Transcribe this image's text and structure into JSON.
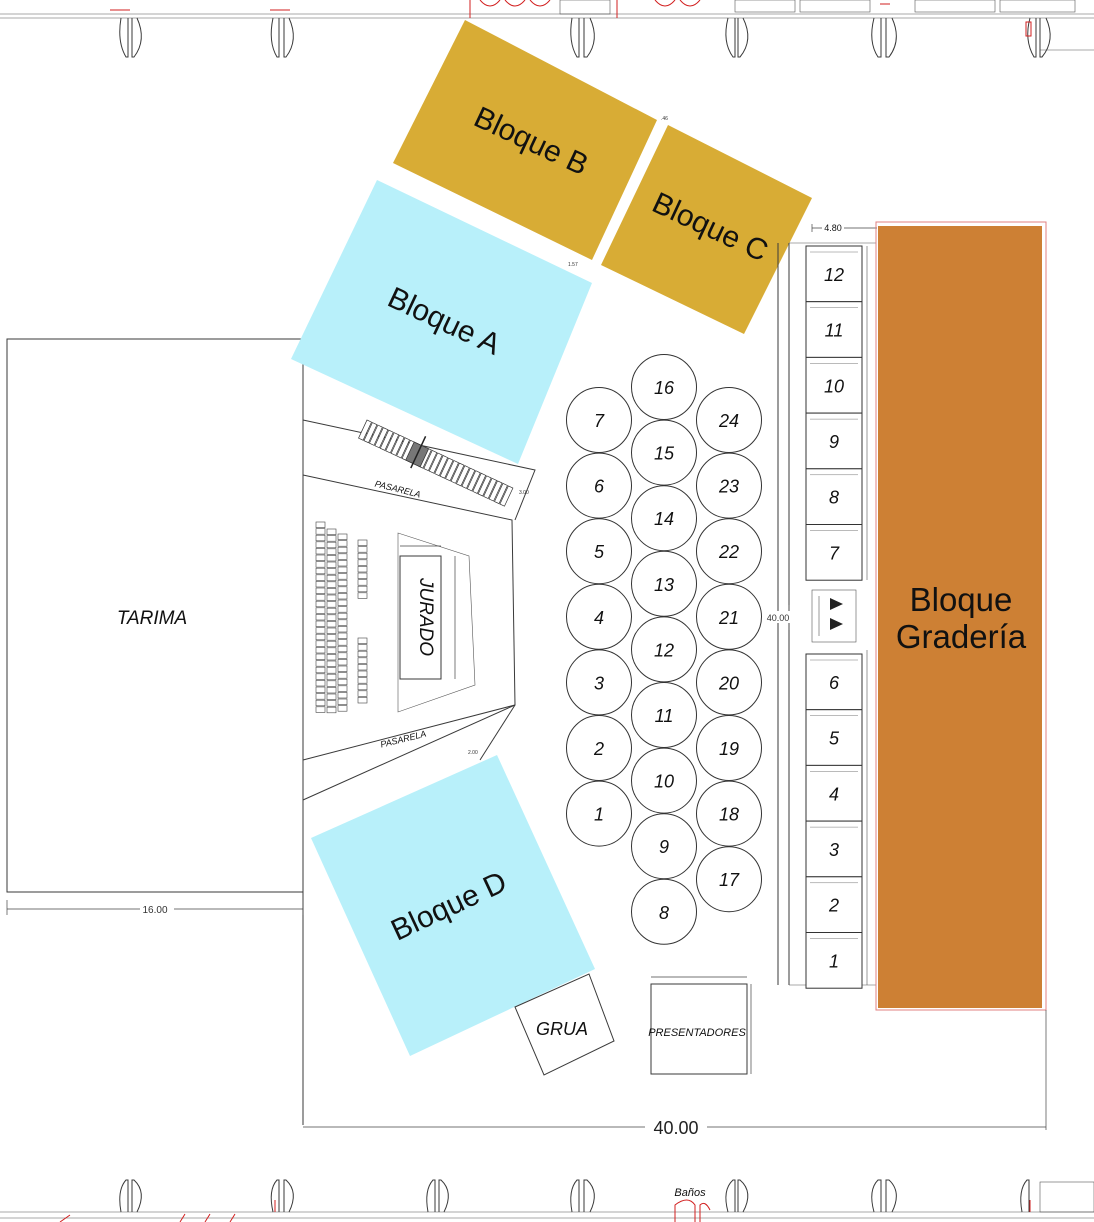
{
  "colors": {
    "gold": "#D8AC35",
    "light_blue": "#B8F0FA",
    "orange": "#CD8034",
    "red_door": "#D21F1F"
  },
  "labels": {
    "tarima": "TARIMA",
    "jurado": "JURADO",
    "pasarela_top": "PASARELA",
    "pasarela_bottom": "PASARELA",
    "grua": "GRUA",
    "presentadores": "PRESENTADORES",
    "banos": "Baños"
  },
  "blocks": {
    "a": "Bloque A",
    "b": "Bloque B",
    "c": "Bloque C",
    "d": "Bloque D",
    "graderia_line1": "Bloque",
    "graderia_line2": "Gradería"
  },
  "dimensions": {
    "width_total": "40.00",
    "height_right": "40.00",
    "tarima_width": "16.00",
    "graderia_width": "4.80",
    "gap_ab": "1.57",
    "gap_bc": ".46",
    "pasarela_width": "3.00",
    "pasarela_gap": "2.00"
  },
  "tables": {
    "left": [
      "7",
      "6",
      "5",
      "4",
      "3",
      "2",
      "1"
    ],
    "middle": [
      "16",
      "15",
      "14",
      "13",
      "12",
      "11",
      "10",
      "9",
      "8"
    ],
    "right": [
      "24",
      "23",
      "22",
      "21",
      "20",
      "19",
      "18",
      "17"
    ]
  },
  "graderia_sections": {
    "upper": [
      "12",
      "11",
      "10",
      "9",
      "8",
      "7"
    ],
    "lower": [
      "6",
      "5",
      "4",
      "3",
      "2",
      "1"
    ]
  }
}
